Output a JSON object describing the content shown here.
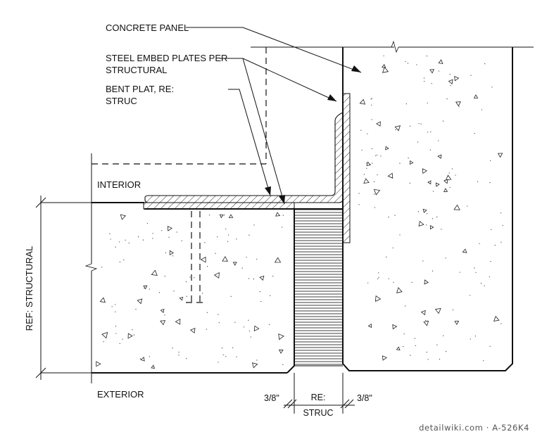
{
  "labels": {
    "concrete_panel": "CONCRETE PANEL",
    "steel_embed_1": "STEEL EMBED PLATES PER",
    "steel_embed_2": "STRUCTURAL",
    "bent_plat_1": "BENT PLAT, RE:",
    "bent_plat_2": "STRUC",
    "interior": "INTERIOR",
    "exterior": "EXTERIOR",
    "ref_structural": "REF: STRUCTURAL"
  },
  "dimensions": {
    "left_gap": "3/8\"",
    "right_gap": "3/8\"",
    "joint_1": "RE:",
    "joint_2": "STRUC"
  },
  "watermark": "detailwiki.com · A-526K4",
  "icons": {
    "aggregate": "triangle-aggregate-icon",
    "break": "break-line-icon",
    "arrow": "leader-arrow-icon"
  }
}
